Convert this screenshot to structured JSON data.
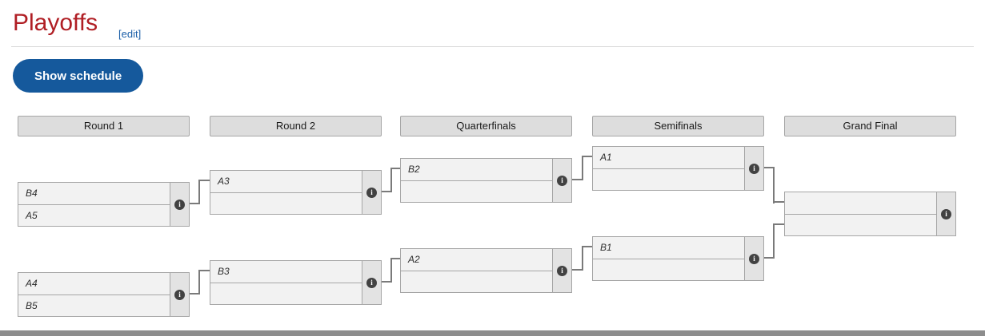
{
  "page": {
    "title": "Playoffs",
    "edit_link": "[edit]",
    "show_schedule_button": "Show schedule"
  },
  "bracket": {
    "columns": [
      "Round 1",
      "Round 2",
      "Quarterfinals",
      "Semifinals",
      "Grand Final"
    ],
    "matches": {
      "round1_top": {
        "top": "B4",
        "bottom": "A5"
      },
      "round1_bottom": {
        "top": "A4",
        "bottom": "B5"
      },
      "round2_top": {
        "top": "A3",
        "bottom": ""
      },
      "round2_bottom": {
        "top": "B3",
        "bottom": ""
      },
      "quarterfinal_top": {
        "top": "B2",
        "bottom": ""
      },
      "quarterfinal_bottom": {
        "top": "A2",
        "bottom": ""
      },
      "semifinal_top": {
        "top": "A1",
        "bottom": ""
      },
      "semifinal_bottom": {
        "top": "B1",
        "bottom": ""
      },
      "grand_final": {
        "top": "",
        "bottom": ""
      }
    },
    "info_icon_glyph": "i"
  },
  "colors": {
    "heading_red": "#b01e24",
    "link_blue": "#1b5fa8",
    "button_blue": "#15599c",
    "box_border": "#a6a6a6",
    "box_fill": "#f2f2f2",
    "score_fill": "#e3e3e3"
  }
}
